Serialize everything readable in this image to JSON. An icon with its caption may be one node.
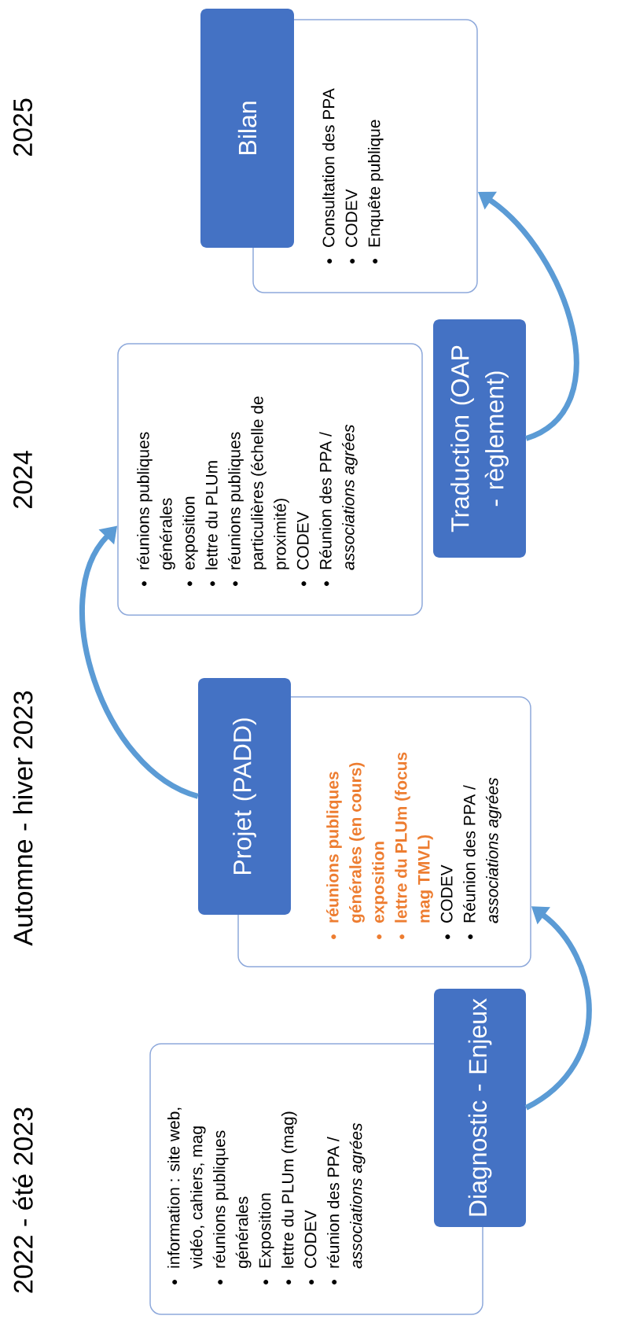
{
  "diagram": {
    "nodes": [
      {
        "text": [
          "Diagnostic - Enjeux"
        ]
      },
      {
        "text": [
          "information : site web, vidéo, cahiers, mag",
          "réunions publiques générales",
          "Exposition",
          "lettre du PLUm (mag)",
          "CODEV",
          "réunion des PPA / *associations agrées*"
        ]
      },
      {
        "text": [
          "Projet (PADD)"
        ]
      },
      {
        "text": [
          "réunions publiques générales (en cours)",
          "exposition",
          "lettre du PLUm (focus mag TMVL)",
          "CODEV",
          "Réunion des PPA / *associations agrées*"
        ]
      },
      {
        "text": [
          "Traduction (OAP - règlement)"
        ]
      },
      {
        "text": [
          "réunions publiques générales",
          "exposition",
          "lettre du PLUm",
          "réunions publiques particulières (échelle de proximité)",
          "CODEV",
          "Réunion des PPA / *associations agrées*"
        ]
      },
      {
        "text": [
          "Bilan"
        ]
      },
      {
        "text": [
          "Consultation des PPA",
          "CODEV",
          "Enquête publique"
        ]
      }
    ],
    "edges": [
      {
        "from": 0,
        "to": 3,
        "arrow": "to"
      },
      {
        "from": 2,
        "to": 5,
        "arrow": "to"
      },
      {
        "from": 4,
        "to": 7,
        "arrow": "to"
      }
    ],
    "labels": [
      "2022 - été 2023",
      "Automne - hiver 2023",
      "2024",
      "2025"
    ]
  }
}
